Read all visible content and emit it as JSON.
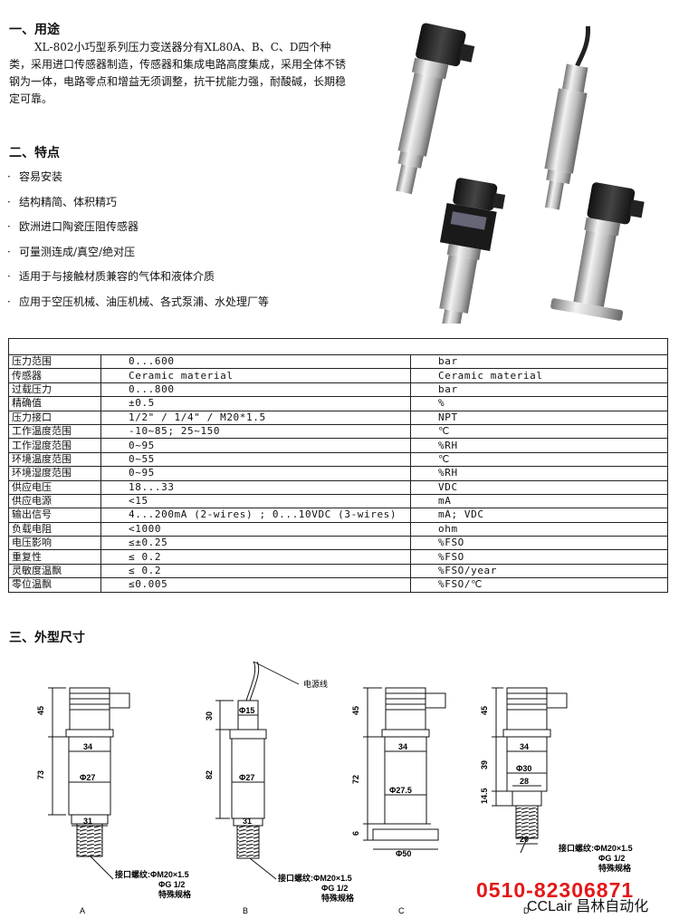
{
  "section1": {
    "title": "一、用途",
    "text": "XL-802小巧型系列压力变送器分有XL80A、B、C、D四个种类，采用进口传感器制造，传感器和集成电路高度集成，采用全体不锈钢为一体，电路零点和增益无须调整，抗干扰能力强，耐酸碱，长期稳定可靠。"
  },
  "section2": {
    "title": "二、特点",
    "features": [
      "容易安装",
      "结构精简、体积精巧",
      "欧洲进口陶瓷压阻传感器",
      "可量测连成/真空/绝对压",
      "适用于与接触材质兼容的气体和液体介质",
      "应用于空压机械、油压机械、各式泵浦、水处理厂等"
    ]
  },
  "spec": {
    "rows": [
      {
        "label": "压力范围",
        "value": "0...600",
        "unit": "bar"
      },
      {
        "label": "传感器",
        "value": "Ceramic material",
        "unit": "Ceramic material"
      },
      {
        "label": "过载压力",
        "value": "0...800",
        "unit": "bar"
      },
      {
        "label": "精确值",
        "value": "±0.5",
        "unit": "%"
      },
      {
        "label": "压力接口",
        "value": "1/2\" / 1/4\" / M20*1.5",
        "unit": "NPT"
      },
      {
        "label": "工作温度范围",
        "value": "-10~85;  25~150",
        "unit": "℃"
      },
      {
        "label": "工作湿度范围",
        "value": "0~95",
        "unit": "%RH"
      },
      {
        "label": "环境温度范围",
        "value": "0~55",
        "unit": "℃"
      },
      {
        "label": "环境湿度范围",
        "value": "0~95",
        "unit": "%RH"
      },
      {
        "label": "供应电压",
        "value": "18...33",
        "unit": "VDC"
      },
      {
        "label": "供应电源",
        "value": "<15",
        "unit": "mA"
      },
      {
        "label": "输出信号",
        "value": "4...200mA (2-wires) ; 0...10VDC (3-wires)",
        "unit": "mA; VDC"
      },
      {
        "label": "负载电阻",
        "value": "<1000",
        "unit": "ohm"
      },
      {
        "label": "电压影响",
        "value": "≤±0.25",
        "unit": "%FSO"
      },
      {
        "label": "重复性",
        "value": "≤ 0.2",
        "unit": "%FSO"
      },
      {
        "label": "灵敏度温飘",
        "value": "≤ 0.2",
        "unit": "%FSO/year"
      },
      {
        "label": "零位温飘",
        "value": "≤0.005",
        "unit": "%FSO/℃"
      }
    ]
  },
  "section3": {
    "title": "三、外型尺寸",
    "drawings": {
      "A": {
        "letter": "A",
        "d1": "45",
        "d2": "73",
        "w1": "34",
        "w2": "Φ27",
        "w3": "31",
        "note1": "接口螺纹:ΦM20×1.5",
        "note2": "ΦG  1/2",
        "note3": "特殊规格"
      },
      "B": {
        "letter": "B",
        "d1": "30",
        "d2": "82",
        "w1": "Φ15",
        "w2": "Φ27",
        "w3": "31",
        "cable": "电源线",
        "note1": "接口螺纹:ΦM20×1.5",
        "note2": "ΦG  1/2",
        "note3": "特殊规格"
      },
      "C": {
        "letter": "C",
        "d1": "45",
        "d2": "72",
        "d3": "6",
        "w1": "34",
        "w2": "Φ27.5",
        "w3": "Φ50"
      },
      "D": {
        "letter": "D",
        "d1": "45",
        "d2": "39",
        "d3": "14.5",
        "w1": "34",
        "w2": "Φ30",
        "w3": "28",
        "w4": "20",
        "note1": "接口螺纹:ΦM20×1.5",
        "note2": "ΦG  1/2",
        "note3": "特殊规格"
      }
    }
  },
  "footer": {
    "phone": "0510-82306871",
    "brand": "CCLair 昌林自动化"
  }
}
